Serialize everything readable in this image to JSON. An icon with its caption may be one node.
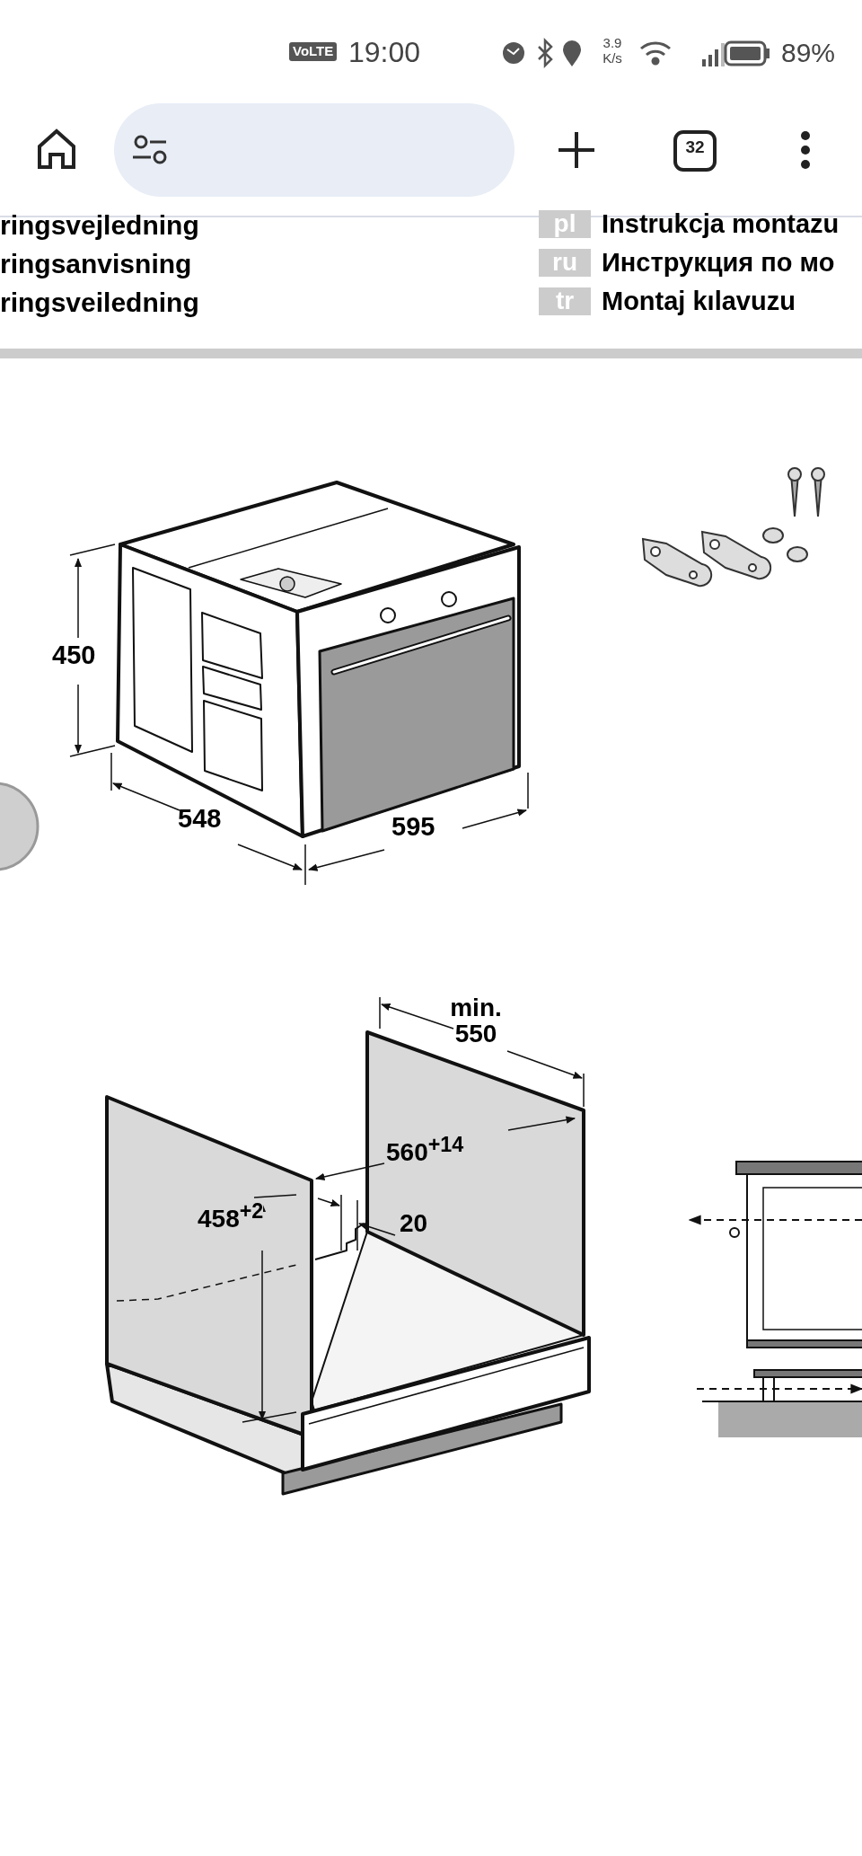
{
  "diagram": {
    "labels": [
      "VoLTE",
      "19:00",
      "3.9 K/s",
      "89%",
      "32",
      "ringsvejledning",
      "pl",
      "Instrukcja montazu",
      "ringsanvisning",
      "ru",
      "Инструкция по мо",
      "ringsveiledning",
      "tr",
      "Montaj kılavuzu",
      "450",
      "548",
      "595",
      "min. 550",
      "560$^{+14}$",
      "458$^{+2}$",
      "20"
    ]
  }
}
